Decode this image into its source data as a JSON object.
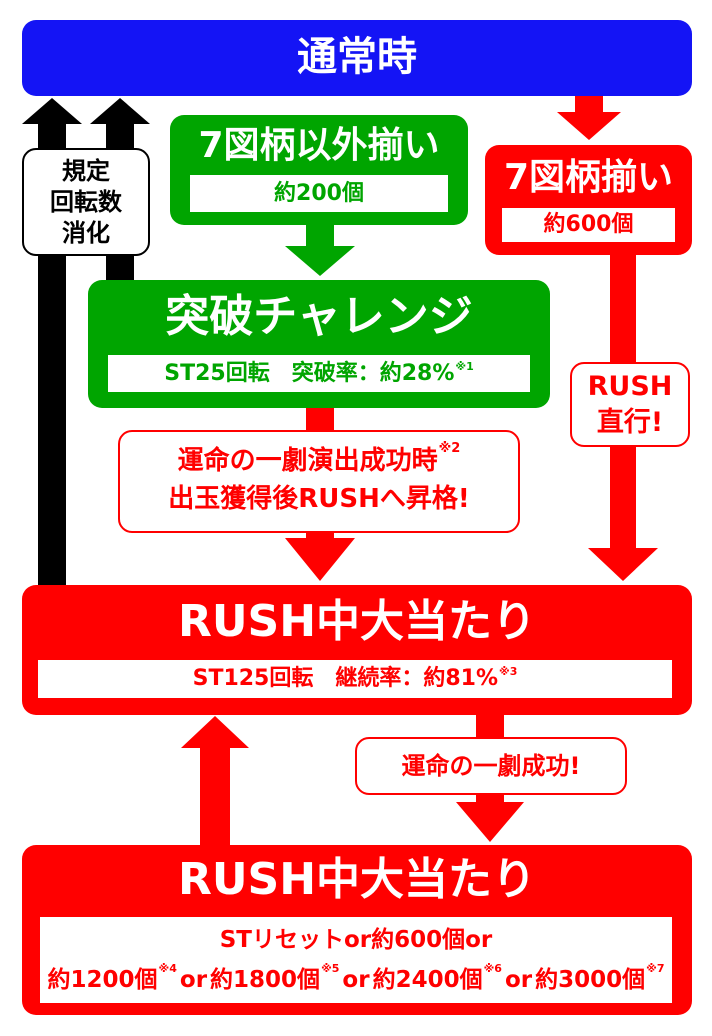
{
  "colors": {
    "blue": "#1414f5",
    "green": "#00a500",
    "red": "#ff0000",
    "black": "#000000"
  },
  "normal": {
    "title": "通常時"
  },
  "return_label": {
    "line1": "規定",
    "line2": "回転数",
    "line3": "消化"
  },
  "non7": {
    "title": "7図柄以外揃い",
    "payout": "約200個"
  },
  "seven": {
    "title": "7図柄揃い",
    "payout": "約600個"
  },
  "challenge": {
    "title": "突破チャレンジ",
    "detail": "ST25回転　突破率：約28%",
    "note": "※1"
  },
  "direct": {
    "line1": "RUSH",
    "line2": "直行!"
  },
  "fate": {
    "line1": "運命の一劇演出成功時",
    "line2": "出玉獲得後RUSHへ昇格!",
    "note": "※2"
  },
  "rush1": {
    "title": "RUSH中大当たり",
    "detail": "ST125回転　継続率：約81%",
    "note": "※3"
  },
  "fate_success": {
    "label": "運命の一劇成功!"
  },
  "rush2": {
    "title": "RUSH中大当たり",
    "line1": "STリセットor約600個or",
    "options": [
      {
        "text": "約1200個",
        "note": "※4"
      },
      {
        "text": "約1800個",
        "note": "※5"
      },
      {
        "text": "約2400個",
        "note": "※6"
      },
      {
        "text": "約3000個",
        "note": "※7"
      }
    ],
    "sep": "or"
  }
}
